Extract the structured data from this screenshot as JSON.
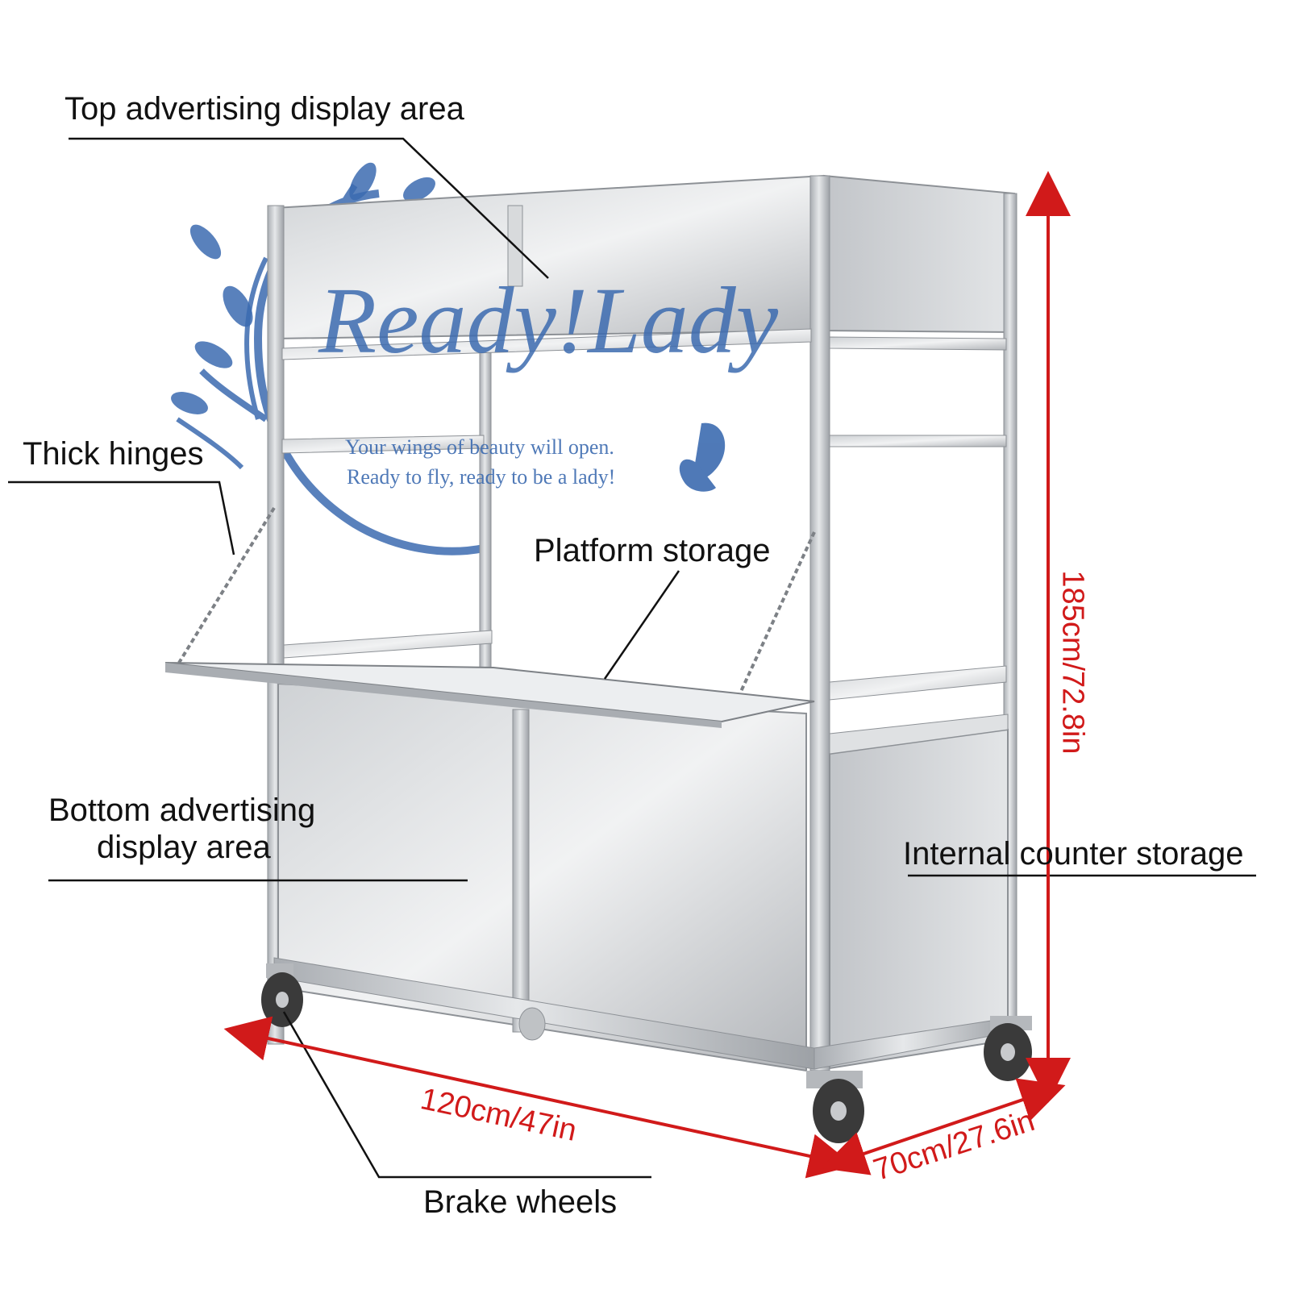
{
  "labels": {
    "top_display": "Top advertising display area",
    "thick_hinges": "Thick hinges",
    "platform_storage": "Platform storage",
    "bottom_display_line1": "Bottom advertising",
    "bottom_display_line2": "display area",
    "internal_counter": "Internal counter storage",
    "brake_wheels": "Brake wheels"
  },
  "dimensions": {
    "height": "185cm/72.8in",
    "width": "120cm/47in",
    "depth": "70cm/27.6in"
  },
  "watermark": {
    "brand": "Ready!Lady",
    "tagline_line1": "Your wings of beauty will open.",
    "tagline_line2": "Ready to fly, ready to be a lady!"
  },
  "colors": {
    "dimension": "#d11a1a",
    "watermark": "#3c6bb0",
    "steel": "#b9bcc0"
  }
}
